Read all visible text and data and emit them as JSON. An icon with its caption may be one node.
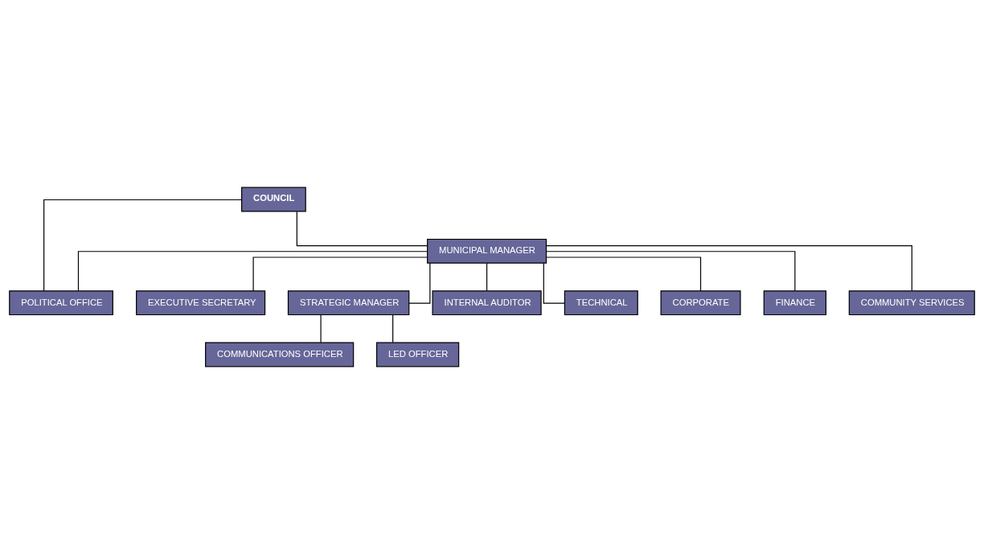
{
  "diagram": {
    "nodes": [
      {
        "text": [
          "COUNCIL"
        ]
      },
      {
        "text": [
          "MUNICIPAL MANAGER"
        ]
      },
      {
        "text": [
          "EXECUTIVE SECRETARY"
        ]
      },
      {
        "text": [
          "STRATEGIC MANAGER"
        ]
      },
      {
        "text": [
          "INTERNAL AUDITOR"
        ]
      },
      {
        "text": [
          "POLITICAL OFFICE"
        ]
      },
      {
        "text": [
          "COMMUNICATIONS OFFICER"
        ]
      },
      {
        "text": [
          "LED OFFICER"
        ]
      },
      {
        "text": [
          "TECHNICAL"
        ]
      },
      {
        "text": [
          "CORPORATE"
        ]
      },
      {
        "text": [
          "FINANCE"
        ]
      },
      {
        "text": [
          "COMMUNITY SERVICES"
        ]
      }
    ],
    "edges": [
      {
        "from": 0,
        "to": 1,
        "arrow": "none"
      },
      {
        "from": 0,
        "to": 5,
        "arrow": "none"
      },
      {
        "from": 1,
        "to": 2,
        "arrow": "none"
      },
      {
        "from": 1,
        "to": 4,
        "arrow": "none"
      },
      {
        "from": 1,
        "to": 3,
        "arrow": "none"
      },
      {
        "from": 1,
        "to": 5,
        "arrow": "none"
      },
      {
        "from": 3,
        "to": 6,
        "arrow": "none"
      },
      {
        "from": 3,
        "to": 7,
        "arrow": "none"
      },
      {
        "from": 1,
        "to": 8,
        "arrow": "none"
      },
      {
        "from": 1,
        "to": 9,
        "arrow": "none"
      },
      {
        "from": 1,
        "to": 10,
        "arrow": "none"
      },
      {
        "from": 1,
        "to": 11,
        "arrow": "none"
      }
    ]
  }
}
